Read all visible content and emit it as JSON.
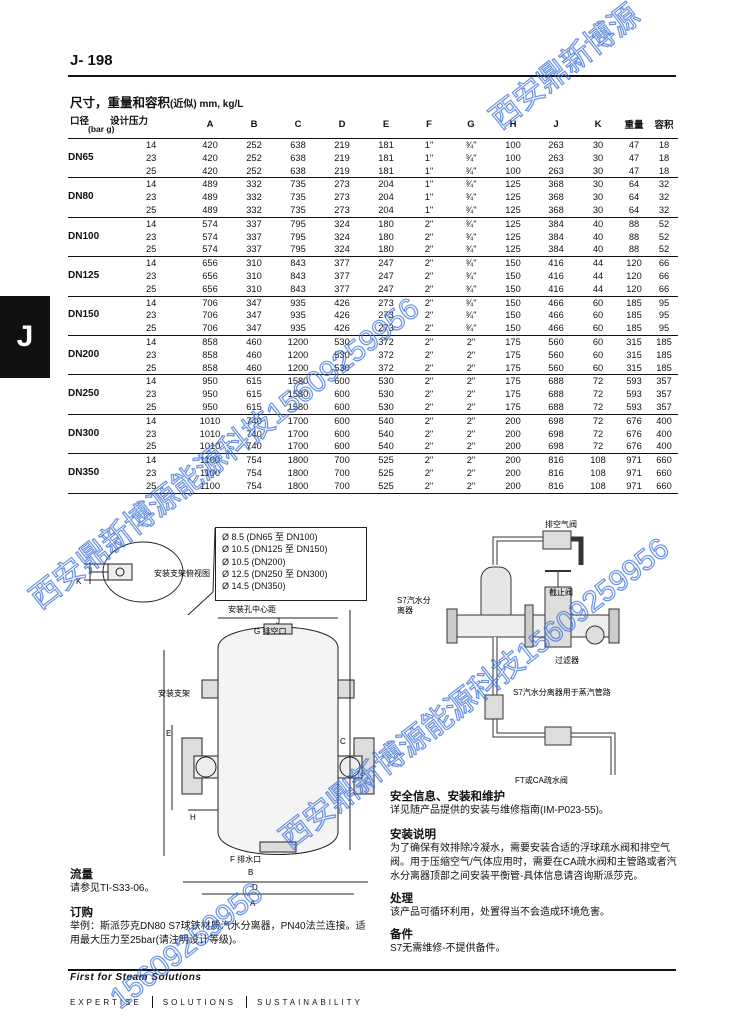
{
  "header": {
    "page_code": "J- 198"
  },
  "section": {
    "title": "尺寸，重量和容积",
    "approx": "(近似) mm, kg/L"
  },
  "side_tab": "J",
  "table": {
    "hdr_size": "口径",
    "hdr_bar": "(bar g)",
    "hdr_pressure": "设计压力",
    "columns": [
      "A",
      "B",
      "C",
      "D",
      "E",
      "F",
      "G",
      "H",
      "J",
      "K",
      "重量",
      "容积"
    ],
    "groups": [
      {
        "dn": "DN65",
        "rows": [
          [
            "14",
            "420",
            "252",
            "638",
            "219",
            "181",
            "1\"",
            "¾\"",
            "100",
            "263",
            "30",
            "47",
            "18"
          ],
          [
            "23",
            "420",
            "252",
            "638",
            "219",
            "181",
            "1\"",
            "¾\"",
            "100",
            "263",
            "30",
            "47",
            "18"
          ],
          [
            "25",
            "420",
            "252",
            "638",
            "219",
            "181",
            "1\"",
            "¾\"",
            "100",
            "263",
            "30",
            "47",
            "18"
          ]
        ]
      },
      {
        "dn": "DN80",
        "rows": [
          [
            "14",
            "489",
            "332",
            "735",
            "273",
            "204",
            "1\"",
            "¾\"",
            "125",
            "368",
            "30",
            "64",
            "32"
          ],
          [
            "23",
            "489",
            "332",
            "735",
            "273",
            "204",
            "1\"",
            "¾\"",
            "125",
            "368",
            "30",
            "64",
            "32"
          ],
          [
            "25",
            "489",
            "332",
            "735",
            "273",
            "204",
            "1\"",
            "¾\"",
            "125",
            "368",
            "30",
            "64",
            "32"
          ]
        ]
      },
      {
        "dn": "DN100",
        "rows": [
          [
            "14",
            "574",
            "337",
            "795",
            "324",
            "180",
            "2\"",
            "¾\"",
            "125",
            "384",
            "40",
            "88",
            "52"
          ],
          [
            "23",
            "574",
            "337",
            "795",
            "324",
            "180",
            "2\"",
            "¾\"",
            "125",
            "384",
            "40",
            "88",
            "52"
          ],
          [
            "25",
            "574",
            "337",
            "795",
            "324",
            "180",
            "2\"",
            "¾\"",
            "125",
            "384",
            "40",
            "88",
            "52"
          ]
        ]
      },
      {
        "dn": "DN125",
        "rows": [
          [
            "14",
            "656",
            "310",
            "843",
            "377",
            "247",
            "2\"",
            "¾\"",
            "150",
            "416",
            "44",
            "120",
            "66"
          ],
          [
            "23",
            "656",
            "310",
            "843",
            "377",
            "247",
            "2\"",
            "¾\"",
            "150",
            "416",
            "44",
            "120",
            "66"
          ],
          [
            "25",
            "656",
            "310",
            "843",
            "377",
            "247",
            "2\"",
            "¾\"",
            "150",
            "416",
            "44",
            "120",
            "66"
          ]
        ]
      },
      {
        "dn": "DN150",
        "rows": [
          [
            "14",
            "706",
            "347",
            "935",
            "426",
            "273",
            "2\"",
            "¾\"",
            "150",
            "466",
            "60",
            "185",
            "95"
          ],
          [
            "23",
            "706",
            "347",
            "935",
            "426",
            "273",
            "2\"",
            "¾\"",
            "150",
            "466",
            "60",
            "185",
            "95"
          ],
          [
            "25",
            "706",
            "347",
            "935",
            "426",
            "273",
            "2\"",
            "¾\"",
            "150",
            "466",
            "60",
            "185",
            "95"
          ]
        ]
      },
      {
        "dn": "DN200",
        "rows": [
          [
            "14",
            "858",
            "460",
            "1200",
            "530",
            "372",
            "2\"",
            "2\"",
            "175",
            "560",
            "60",
            "315",
            "185"
          ],
          [
            "23",
            "858",
            "460",
            "1200",
            "530",
            "372",
            "2\"",
            "2\"",
            "175",
            "560",
            "60",
            "315",
            "185"
          ],
          [
            "25",
            "858",
            "460",
            "1200",
            "530",
            "372",
            "2\"",
            "2\"",
            "175",
            "560",
            "60",
            "315",
            "185"
          ]
        ]
      },
      {
        "dn": "DN250",
        "rows": [
          [
            "14",
            "950",
            "615",
            "1580",
            "600",
            "530",
            "2\"",
            "2\"",
            "175",
            "688",
            "72",
            "593",
            "357"
          ],
          [
            "23",
            "950",
            "615",
            "1580",
            "600",
            "530",
            "2\"",
            "2\"",
            "175",
            "688",
            "72",
            "593",
            "357"
          ],
          [
            "25",
            "950",
            "615",
            "1580",
            "600",
            "530",
            "2\"",
            "2\"",
            "175",
            "688",
            "72",
            "593",
            "357"
          ]
        ]
      },
      {
        "dn": "DN300",
        "rows": [
          [
            "14",
            "1010",
            "740",
            "1700",
            "600",
            "540",
            "2\"",
            "2\"",
            "200",
            "698",
            "72",
            "676",
            "400"
          ],
          [
            "23",
            "1010",
            "740",
            "1700",
            "600",
            "540",
            "2\"",
            "2\"",
            "200",
            "698",
            "72",
            "676",
            "400"
          ],
          [
            "25",
            "1010",
            "740",
            "1700",
            "600",
            "540",
            "2\"",
            "2\"",
            "200",
            "698",
            "72",
            "676",
            "400"
          ]
        ]
      },
      {
        "dn": "DN350",
        "rows": [
          [
            "14",
            "1100",
            "754",
            "1800",
            "700",
            "525",
            "2\"",
            "2\"",
            "200",
            "816",
            "108",
            "971",
            "660"
          ],
          [
            "23",
            "1100",
            "754",
            "1800",
            "700",
            "525",
            "2\"",
            "2\"",
            "200",
            "816",
            "108",
            "971",
            "660"
          ],
          [
            "25",
            "1100",
            "754",
            "1800",
            "700",
            "525",
            "2\"",
            "2\"",
            "200",
            "816",
            "108",
            "971",
            "660"
          ]
        ]
      }
    ]
  },
  "diagram": {
    "bracket_view": "安装支架俯视图",
    "k": "K",
    "hole_sizes": [
      "Ø  8.5  (DN65   至 DN100)",
      "Ø  10.5 (DN125  至 DN150)",
      "Ø  10.5 (DN200)",
      "Ø  12.5 (DN250  至 DN300)",
      "Ø  14.5 (DN350)"
    ],
    "hole_pitch": "安装孔中心距",
    "j": "J",
    "vent": "G 排空口",
    "bracket": "安装支架",
    "c": "C",
    "e": "E",
    "h": "H",
    "drain": "F 排水口",
    "b": "B",
    "d": "D",
    "a": "A"
  },
  "install_diagram": {
    "air_vent": "排空气阀",
    "separator_line1": "S7汽水分",
    "separator_line2": "离器",
    "stop_valve": "截止阀",
    "strainer": "过滤器",
    "caption": "S7汽水分离器用于蒸汽管路",
    "trap": "FT或CA疏水阀"
  },
  "info": {
    "safety_title": "安全信息、安装和维护",
    "safety_text": "详见随产品提供的安装与维修指南(IM-P023-55)。",
    "install_title": "安装说明",
    "install_text": "为了确保有效排除冷凝水，需要安装合适的浮球疏水阀和排空气阀。用于压缩空气/气体应用时，需要在CA疏水阀和主管路或者汽水分离器顶部之间安装平衡管-具体信息请咨询斯派莎克。",
    "disposal_title": "处理",
    "disposal_text": "该产品可循环利用，处置得当不会造成环境危害。",
    "spares_title": "备件",
    "spares_text": "S7无需维修-不提供备件。",
    "flow_title": "流量",
    "flow_text": "请参见TI-S33-06。",
    "order_title": "订购",
    "order_text": "举例：斯派莎克DN80 S7球铁材质汽水分离器，PN40法兰连接。适用最大压力至25bar(请注明设计等级)。"
  },
  "footer": {
    "slogan": "First for Steam Solutions",
    "tagline": [
      "EXPERTISE",
      "SOLUTIONS",
      "SUSTAINABILITY"
    ]
  },
  "watermark": {
    "text_a": "西安鼎新博源能源科技15609259956",
    "text_b": "西安鼎新博源能源科技15609259956",
    "text_c": "15609259956",
    "text_d": "西安鼎新博源"
  }
}
